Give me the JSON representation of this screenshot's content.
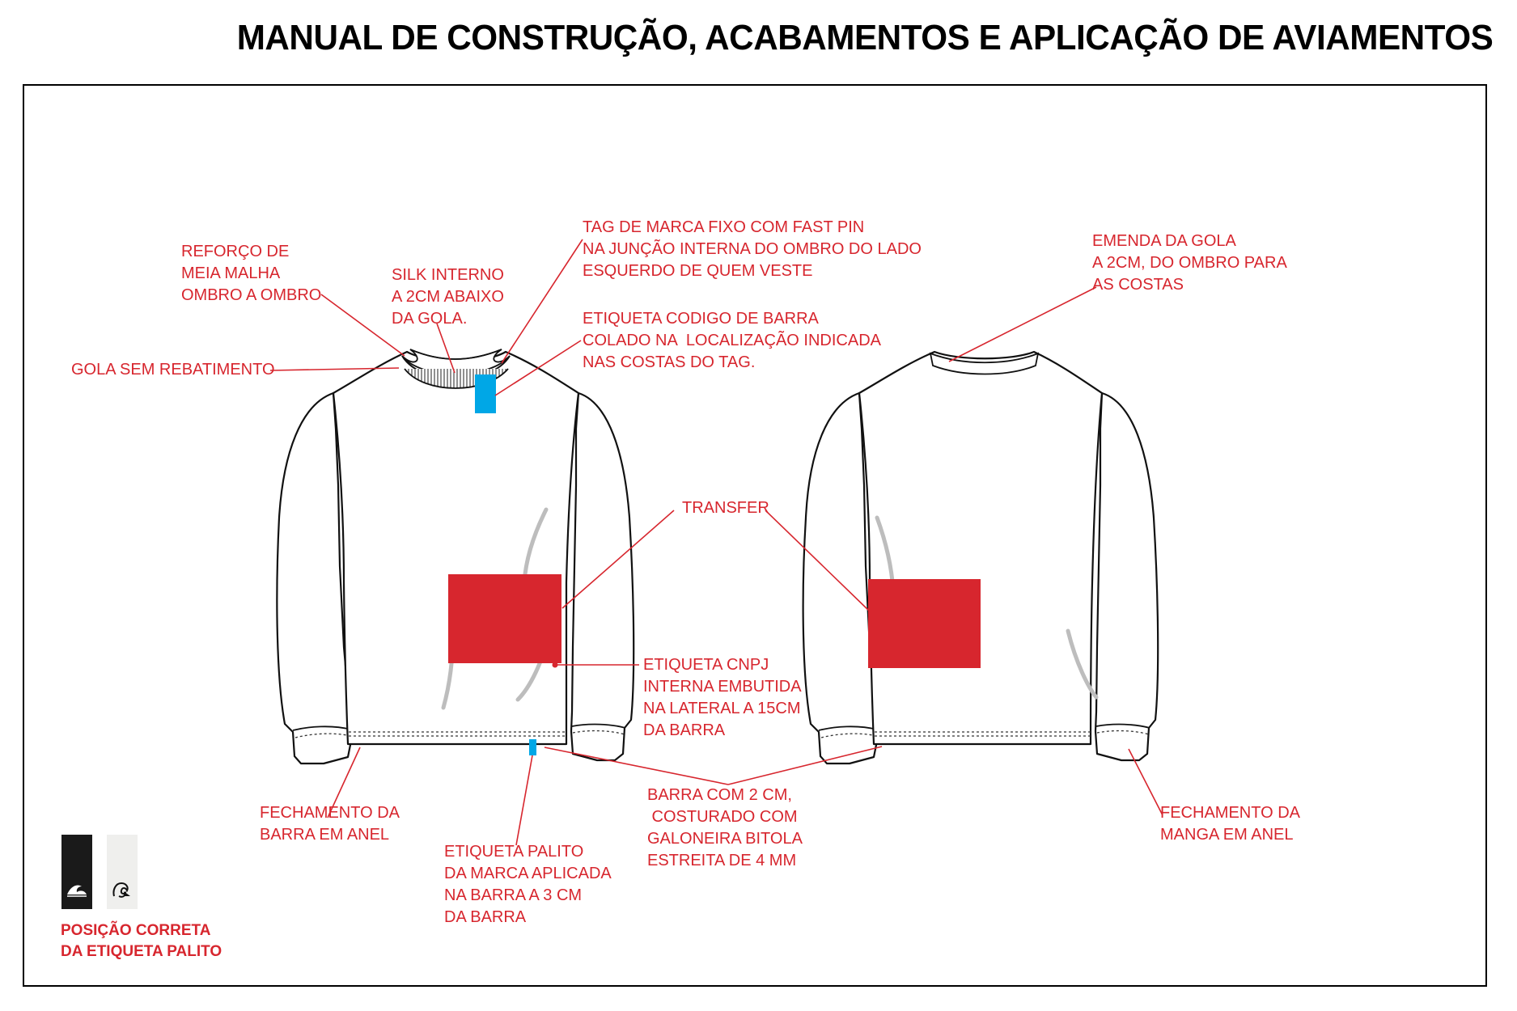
{
  "title": "MANUAL DE CONSTRUÇÃO, ACABAMENTOS E APLICAÇÃO DE AVIAMENTOS",
  "colors": {
    "annotation": "#d7262e",
    "transfer": "#d7262e",
    "tag": "#00a7e6",
    "outline": "#111111",
    "swatch_dark": "#1a1a1a",
    "swatch_light": "#efefed"
  },
  "annotations": {
    "reforco": "REFORÇO DE\nMEIA MALHA\nOMBRO A OMBRO",
    "gola": "GOLA SEM REBATIMENTO",
    "silk": "SILK INTERNO\nA 2CM ABAIXO\nDA GOLA.",
    "tag_marca": "TAG DE MARCA FIXO COM FAST PIN\nNA JUNÇÃO INTERNA DO OMBRO DO LADO\nESQUERDO DE QUEM VESTE",
    "etiqueta_barra": "ETIQUETA CODIGO DE BARRA\nCOLADO NA  LOCALIZAÇÃO INDICADA\nNAS COSTAS DO TAG.",
    "emenda": "EMENDA DA GOLA\nA 2CM, DO OMBRO PARA\nAS COSTAS",
    "transfer": "TRANSFER",
    "cnpj": "ETIQUETA CNPJ\nINTERNA EMBUTIDA\nNA LATERAL A 15CM\nDA BARRA",
    "fech_barra": "FECHAMENTO DA\nBARRA EM ANEL",
    "palito": "ETIQUETA PALITO\nDA MARCA APLICADA\nNA BARRA A 3 CM\nDA BARRA",
    "barra": "BARRA COM 2 CM,\n COSTURADO COM\nGALONEIRA BITOLA\nESTREITA DE 4 MM",
    "fech_manga": "FECHAMENTO DA\nMANGA EM ANEL",
    "posicao": "POSIÇÃO CORRETA\nDA ETIQUETA PALITO"
  },
  "icons": [
    "brand-wave-logo-icon"
  ]
}
